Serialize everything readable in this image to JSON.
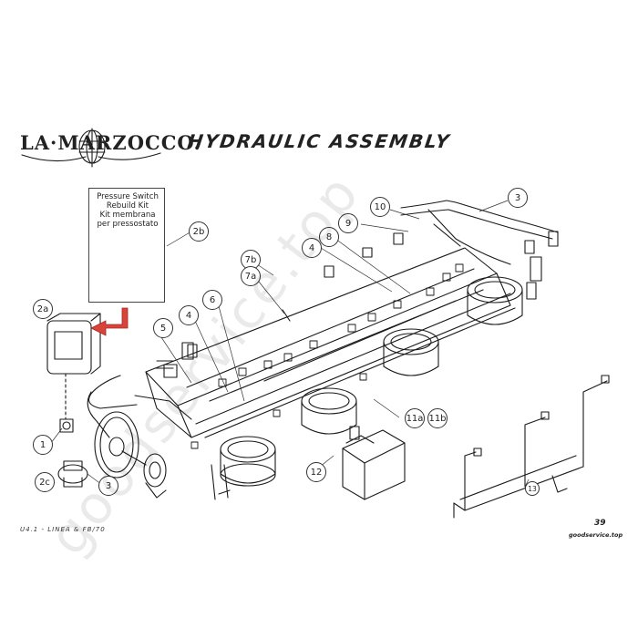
{
  "header": {
    "brand": "LA·MARZOCCO.",
    "title": "HYDRAULIC ASSEMBLY"
  },
  "kit_box": {
    "lines": [
      "Pressure Switch",
      "Rebuild Kit",
      "Kit membrana",
      "per pressostato"
    ]
  },
  "callouts": {
    "c1": "1",
    "c2a": "2a",
    "c2b": "2b",
    "c2c": "2c",
    "c3_top": "3",
    "c3_bottom": "3",
    "c4_left": "4",
    "c4_top": "4",
    "c5": "5",
    "c6": "6",
    "c7a": "7a",
    "c7b": "7b",
    "c8": "8",
    "c9": "9",
    "c10": "10",
    "c11a": "11a",
    "c11b": "11b",
    "c12": "12",
    "c13": "13"
  },
  "footer": {
    "model": "LINEA & FB/70",
    "model_prefix": "U4.1 -",
    "page": "39",
    "site": "goodservice.top"
  },
  "watermark": "goodservice.top",
  "colors": {
    "line": "#1a1a1a",
    "arrow": "#d9433a",
    "background": "#ffffff"
  }
}
